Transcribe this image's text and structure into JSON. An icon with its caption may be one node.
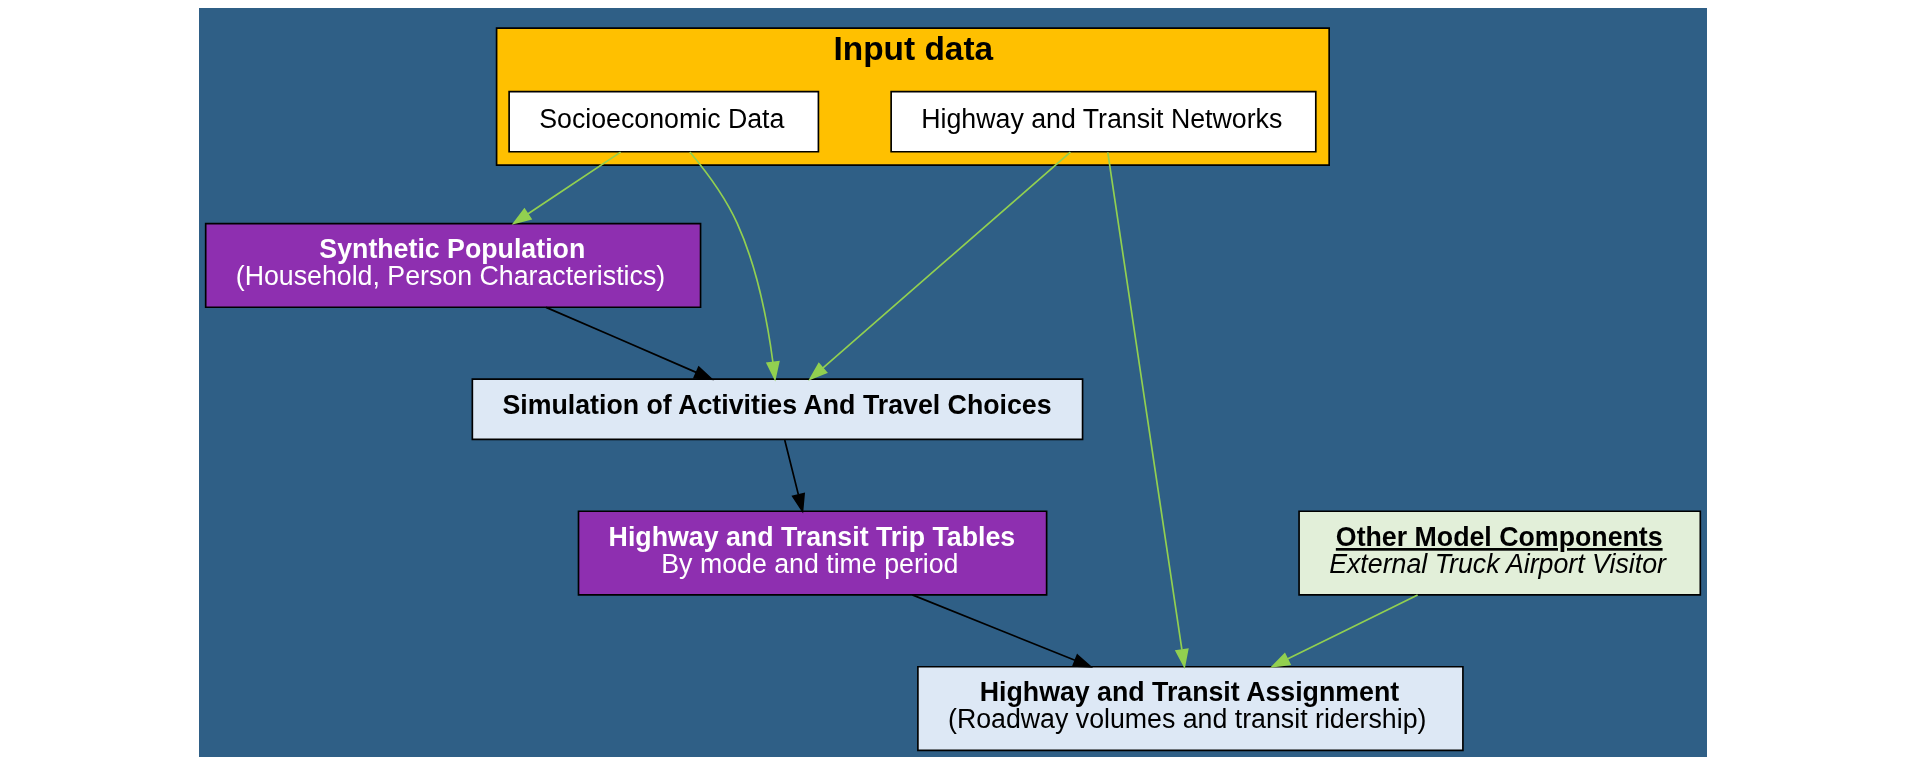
{
  "diagram": {
    "nodes": [
      {
        "text": [
          "Input data"
        ]
      },
      {
        "text": [
          "Socioeconomic Data"
        ],
        "in": 0
      },
      {
        "text": [
          "Highway and Transit Networks"
        ],
        "in": 0
      },
      {
        "text": [
          "Synthetic Population",
          "(Household, Person Characteristics)"
        ]
      },
      {
        "text": [
          "Simulation of Activities And Travel Choices"
        ]
      },
      {
        "text": [
          "Highway and Transit Trip Tables",
          "By mode and time period"
        ]
      },
      {
        "text": [
          "Other Model Components",
          "External Truck Airport Visitor"
        ]
      },
      {
        "text": [
          "Highway and Transit Assignment",
          "(Roadway volumes and transit ridership)"
        ]
      }
    ],
    "edges": [
      {
        "from": 1,
        "to": 3,
        "arrow": "to"
      },
      {
        "from": 1,
        "to": 4,
        "arrow": "to"
      },
      {
        "from": 2,
        "to": 4,
        "arrow": "to"
      },
      {
        "from": 2,
        "to": 7,
        "arrow": "to"
      },
      {
        "from": 3,
        "to": 4,
        "arrow": "to",
        "color": "#000000"
      },
      {
        "from": 4,
        "to": 5,
        "arrow": "to",
        "color": "#000000"
      },
      {
        "from": 5,
        "to": 7,
        "arrow": "to",
        "color": "#000000"
      },
      {
        "from": 6,
        "to": 7,
        "arrow": "to"
      }
    ]
  }
}
